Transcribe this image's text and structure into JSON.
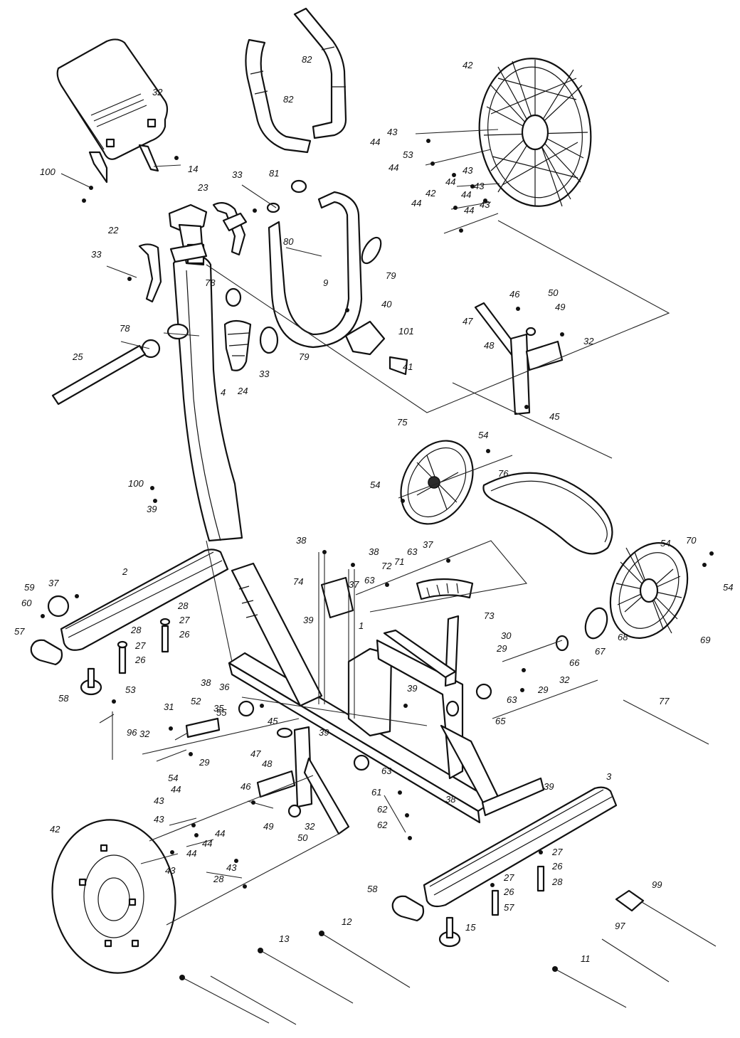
{
  "labels": [
    {
      "id": "l32a",
      "text": "32"
    },
    {
      "id": "l14",
      "text": "14"
    },
    {
      "id": "l100a",
      "text": "100"
    },
    {
      "id": "l82a",
      "text": "82"
    },
    {
      "id": "l82b",
      "text": "82"
    },
    {
      "id": "l42a",
      "text": "42"
    },
    {
      "id": "l43a",
      "text": "43"
    },
    {
      "id": "l44a",
      "text": "44"
    },
    {
      "id": "l53a",
      "text": "53"
    },
    {
      "id": "l44b",
      "text": "44"
    },
    {
      "id": "l43b",
      "text": "43"
    },
    {
      "id": "l44c",
      "text": "44"
    },
    {
      "id": "l43c",
      "text": "43"
    },
    {
      "id": "l44d",
      "text": "44"
    },
    {
      "id": "l42b",
      "text": "42"
    },
    {
      "id": "l44e",
      "text": "44"
    },
    {
      "id": "l43d",
      "text": "43"
    },
    {
      "id": "l44f",
      "text": "44"
    },
    {
      "id": "l33a",
      "text": "33"
    },
    {
      "id": "l81",
      "text": "81"
    },
    {
      "id": "l23",
      "text": "23"
    },
    {
      "id": "l22",
      "text": "22"
    },
    {
      "id": "l33b",
      "text": "33"
    },
    {
      "id": "l80",
      "text": "80"
    },
    {
      "id": "l79a",
      "text": "79"
    },
    {
      "id": "l9",
      "text": "9"
    },
    {
      "id": "l78a",
      "text": "78"
    },
    {
      "id": "l40a",
      "text": "40"
    },
    {
      "id": "l101",
      "text": "101"
    },
    {
      "id": "l79b",
      "text": "79"
    },
    {
      "id": "l78b",
      "text": "78"
    },
    {
      "id": "l25",
      "text": "25"
    },
    {
      "id": "l33c",
      "text": "33"
    },
    {
      "id": "l24",
      "text": "24"
    },
    {
      "id": "l41",
      "text": "41"
    },
    {
      "id": "l4",
      "text": "4"
    },
    {
      "id": "l46a",
      "text": "46"
    },
    {
      "id": "l50a",
      "text": "50"
    },
    {
      "id": "l49a",
      "text": "49"
    },
    {
      "id": "l47a",
      "text": "47"
    },
    {
      "id": "l32b",
      "text": "32"
    },
    {
      "id": "l48a",
      "text": "48"
    },
    {
      "id": "l45a",
      "text": "45"
    },
    {
      "id": "l75",
      "text": "75"
    },
    {
      "id": "l54a",
      "text": "54"
    },
    {
      "id": "l54b",
      "text": "54"
    },
    {
      "id": "l76",
      "text": "76"
    },
    {
      "id": "l100b",
      "text": "100"
    },
    {
      "id": "l39a",
      "text": "39"
    },
    {
      "id": "l38a",
      "text": "38"
    },
    {
      "id": "l38b",
      "text": "38"
    },
    {
      "id": "l63a",
      "text": "63"
    },
    {
      "id": "l37a",
      "text": "37"
    },
    {
      "id": "l72",
      "text": "72"
    },
    {
      "id": "l71",
      "text": "71"
    },
    {
      "id": "l37b",
      "text": "37"
    },
    {
      "id": "l63b",
      "text": "63"
    },
    {
      "id": "l74",
      "text": "74"
    },
    {
      "id": "l73",
      "text": "73"
    },
    {
      "id": "l54c",
      "text": "54"
    },
    {
      "id": "l70",
      "text": "70"
    },
    {
      "id": "l54d",
      "text": "54"
    },
    {
      "id": "l69",
      "text": "69"
    },
    {
      "id": "l2",
      "text": "2"
    },
    {
      "id": "l37c",
      "text": "37"
    },
    {
      "id": "l59",
      "text": "59"
    },
    {
      "id": "l60",
      "text": "60"
    },
    {
      "id": "l28a",
      "text": "28"
    },
    {
      "id": "l27a",
      "text": "27"
    },
    {
      "id": "l26a",
      "text": "26"
    },
    {
      "id": "l28b",
      "text": "28"
    },
    {
      "id": "l27b",
      "text": "27"
    },
    {
      "id": "l26b",
      "text": "26"
    },
    {
      "id": "l57a",
      "text": "57"
    },
    {
      "id": "l58a",
      "text": "58"
    },
    {
      "id": "l39b",
      "text": "39"
    },
    {
      "id": "l1",
      "text": "1"
    },
    {
      "id": "l38c",
      "text": "38"
    },
    {
      "id": "l36",
      "text": "36"
    },
    {
      "id": "l35",
      "text": "35"
    },
    {
      "id": "l39c",
      "text": "39"
    },
    {
      "id": "l30",
      "text": "30"
    },
    {
      "id": "l29a",
      "text": "29"
    },
    {
      "id": "l66",
      "text": "66"
    },
    {
      "id": "l68",
      "text": "68"
    },
    {
      "id": "l67",
      "text": "67"
    },
    {
      "id": "l29b",
      "text": "29"
    },
    {
      "id": "l32c",
      "text": "32"
    },
    {
      "id": "l63c",
      "text": "63"
    },
    {
      "id": "l65",
      "text": "65"
    },
    {
      "id": "l77",
      "text": "77"
    },
    {
      "id": "l53b",
      "text": "53"
    },
    {
      "id": "l31",
      "text": "31"
    },
    {
      "id": "l52",
      "text": "52"
    },
    {
      "id": "l55",
      "text": "55"
    },
    {
      "id": "l32d",
      "text": "32"
    },
    {
      "id": "l96",
      "text": "96"
    },
    {
      "id": "l29c",
      "text": "29"
    },
    {
      "id": "l54e",
      "text": "54"
    },
    {
      "id": "l45b",
      "text": "45"
    },
    {
      "id": "l47b",
      "text": "47"
    },
    {
      "id": "l48b",
      "text": "48"
    },
    {
      "id": "l39d",
      "text": "39"
    },
    {
      "id": "l63d",
      "text": "63"
    },
    {
      "id": "l3",
      "text": "3"
    },
    {
      "id": "l39e",
      "text": "39"
    },
    {
      "id": "l61",
      "text": "61"
    },
    {
      "id": "l62a",
      "text": "62"
    },
    {
      "id": "l62b",
      "text": "62"
    },
    {
      "id": "l38d",
      "text": "38"
    },
    {
      "id": "l46b",
      "text": "46"
    },
    {
      "id": "l49b",
      "text": "49"
    },
    {
      "id": "l32e",
      "text": "32"
    },
    {
      "id": "l50b",
      "text": "50"
    },
    {
      "id": "l42c",
      "text": "42"
    },
    {
      "id": "l43e",
      "text": "43"
    },
    {
      "id": "l44g",
      "text": "44"
    },
    {
      "id": "l43f",
      "text": "43"
    },
    {
      "id": "l44h",
      "text": "44"
    },
    {
      "id": "l43g",
      "text": "43"
    },
    {
      "id": "l44i",
      "text": "44"
    },
    {
      "id": "l44j",
      "text": "44"
    },
    {
      "id": "l43h",
      "text": "43"
    },
    {
      "id": "l28c",
      "text": "28"
    },
    {
      "id": "l27c",
      "text": "27"
    },
    {
      "id": "l26c",
      "text": "26"
    },
    {
      "id": "l28d",
      "text": "28"
    },
    {
      "id": "l27d",
      "text": "27"
    },
    {
      "id": "l26d",
      "text": "26"
    },
    {
      "id": "l57b",
      "text": "57"
    },
    {
      "id": "l58b",
      "text": "58"
    },
    {
      "id": "l15",
      "text": "15"
    },
    {
      "id": "l99",
      "text": "99"
    },
    {
      "id": "l97",
      "text": "97"
    },
    {
      "id": "l11",
      "text": "11"
    },
    {
      "id": "l12",
      "text": "12"
    },
    {
      "id": "l13",
      "text": "13"
    }
  ]
}
